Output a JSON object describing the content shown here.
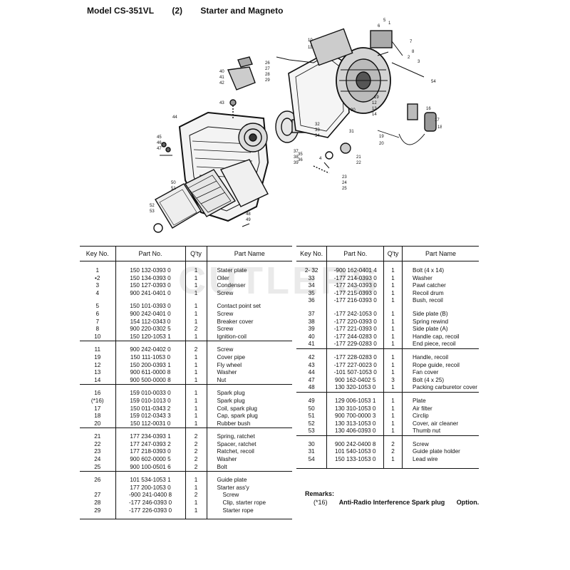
{
  "header": {
    "model": "Model  CS-351VL",
    "section": "(2)",
    "title": "Starter and Magneto"
  },
  "watermark": "CUTLERS",
  "table": {
    "columns": [
      "Key No.",
      "Part No.",
      "Q'ty",
      "Part Name"
    ]
  },
  "left_rows": [
    {
      "key": "1",
      "part": "150 132-0393 0",
      "qty": "1",
      "name": "Stater plate",
      "group": true
    },
    {
      "key": "•2",
      "part": "150 134-0393 0",
      "qty": "1",
      "name": "Oiler"
    },
    {
      "key": "3",
      "part": "150 127-0393 0",
      "qty": "1",
      "name": "Condenser"
    },
    {
      "key": "4",
      "part": "900 241-0401 0",
      "qty": "1",
      "name": "Screw"
    },
    {
      "key": "5",
      "part": "150 101-0393 0",
      "qty": "1",
      "name": "Contact point set",
      "group": true
    },
    {
      "key": "6",
      "part": "900 242-0401 0",
      "qty": "1",
      "name": "Screw"
    },
    {
      "key": "7",
      "part": "154 112-0343 0",
      "qty": "1",
      "name": "Breaker cover"
    },
    {
      "key": "8",
      "part": "900 220-0302 5",
      "qty": "2",
      "name": "Screw"
    },
    {
      "key": "10",
      "part": "150 120-1053 1",
      "qty": "1",
      "name": "Ignition-coil"
    },
    {
      "key": "11",
      "part": "900 242-0402 0",
      "qty": "2",
      "name": "Screw",
      "group": true,
      "line": true
    },
    {
      "key": "19",
      "part": "150 111-1053 0",
      "qty": "1",
      "name": "Cover pipe"
    },
    {
      "key": "12",
      "part": "150 200-0393 1",
      "qty": "1",
      "name": "Fly wheel"
    },
    {
      "key": "13",
      "part": "900 611-0000 8",
      "qty": "1",
      "name": "Washer"
    },
    {
      "key": "14",
      "part": "900 500-0000 8",
      "qty": "1",
      "name": "Nut"
    },
    {
      "key": "16",
      "part": "159 010-0033 0",
      "qty": "1",
      "name": "Spark plug",
      "group": true,
      "line": true
    },
    {
      "key": "(*16)",
      "part": "159 010-1013 0",
      "qty": "1",
      "name": "Spark plug"
    },
    {
      "key": "17",
      "part": "150 011-0343 2",
      "qty": "1",
      "name": "Coil, spark plug"
    },
    {
      "key": "18",
      "part": "159 012-0343 3",
      "qty": "1",
      "name": "Cap, spark plug"
    },
    {
      "key": "20",
      "part": "150 112-0031 0",
      "qty": "1",
      "name": "Rubber bush"
    },
    {
      "key": "21",
      "part": "177 234-0393 1",
      "qty": "2",
      "name": "Spring, ratchet",
      "group": true,
      "line": true
    },
    {
      "key": "22",
      "part": "177 247-0393 2",
      "qty": "2",
      "name": "Spacer, ratchet"
    },
    {
      "key": "23",
      "part": "177 218-0393 0",
      "qty": "2",
      "name": "Ratchet, recoil"
    },
    {
      "key": "24",
      "part": "900 602-0000 5",
      "qty": "2",
      "name": "Washer"
    },
    {
      "key": "25",
      "part": "900 100-0501 6",
      "qty": "2",
      "name": "Bolt"
    },
    {
      "key": "26",
      "part": "101 534-1053 1",
      "qty": "1",
      "name": "Guide plate",
      "group": true,
      "line": true
    },
    {
      "key": "",
      "part": "177 200-1053 0",
      "qty": "1",
      "name": "Starter ass'y"
    },
    {
      "key": "27",
      "part": "-900 241-0400 8",
      "qty": "2",
      "name": "Screw",
      "indent": true
    },
    {
      "key": "28",
      "part": "-177 246-0393 0",
      "qty": "1",
      "name": "Clip, starter rope",
      "indent": true
    },
    {
      "key": "29",
      "part": "-177 226-0393 0",
      "qty": "1",
      "name": "Starter rope",
      "indent": true
    }
  ],
  "right_rows": [
    {
      "key": "2- 32",
      "part": "-900 162-0401 4",
      "qty": "1",
      "name": "Bolt (4 x 14)",
      "group": true
    },
    {
      "key": "33",
      "part": "-177 214-0393 0",
      "qty": "1",
      "name": "Washer"
    },
    {
      "key": "34",
      "part": "-177 243-0393 0",
      "qty": "1",
      "name": "Pawl catcher"
    },
    {
      "key": "35",
      "part": "-177 215-0393 0",
      "qty": "1",
      "name": "Recoil drum"
    },
    {
      "key": "36",
      "part": "-177 216-0393 0",
      "qty": "1",
      "name": "Bush, recoil"
    },
    {
      "key": "37",
      "part": "-177 242-1053 0",
      "qty": "1",
      "name": "Side plate (B)",
      "group": true
    },
    {
      "key": "38",
      "part": "-177 220-0393 0",
      "qty": "1",
      "name": "Spring rewind"
    },
    {
      "key": "39",
      "part": "-177 221-0393 0",
      "qty": "1",
      "name": "Side plate (A)"
    },
    {
      "key": "40",
      "part": "-177 244-0283 0",
      "qty": "1",
      "name": "Handle cap, recoil"
    },
    {
      "key": "41",
      "part": "-177 229-0283 0",
      "qty": "1",
      "name": "End piece, recoil"
    },
    {
      "key": "42",
      "part": "-177 228-0283 0",
      "qty": "1",
      "name": "Handle, recoil",
      "group": true,
      "line": true
    },
    {
      "key": "43",
      "part": "-177 227-0023 0",
      "qty": "1",
      "name": "Rope guide, recoil"
    },
    {
      "key": "44",
      "part": "-101 507-1053 0",
      "qty": "1",
      "name": "Fan cover"
    },
    {
      "key": "47",
      "part": "900 162-0402 5",
      "qty": "3",
      "name": "Bolt (4 x 25)"
    },
    {
      "key": "48",
      "part": "130 320-1053 0",
      "qty": "1",
      "name": "Packing carburetor cover"
    },
    {
      "key": "49",
      "part": "129 006-1053 1",
      "qty": "1",
      "name": "Plate",
      "group": true,
      "line": true
    },
    {
      "key": "50",
      "part": "130 310-1053 0",
      "qty": "1",
      "name": "Air filter"
    },
    {
      "key": "51",
      "part": "900 700-0000 3",
      "qty": "1",
      "name": "Circlip"
    },
    {
      "key": "52",
      "part": "130 313-1053 0",
      "qty": "1",
      "name": "Cover, air cleaner"
    },
    {
      "key": "53",
      "part": "130 406-0393 0",
      "qty": "1",
      "name": "Thumb nut"
    },
    {
      "key": "30",
      "part": "900 242-0400 8",
      "qty": "2",
      "name": "Screw",
      "group": true,
      "line": true
    },
    {
      "key": "31",
      "part": "101 540-1053 0",
      "qty": "2",
      "name": "Guide plate holder"
    },
    {
      "key": "54",
      "part": "150 133-1053 0",
      "qty": "1",
      "name": "Lead wire"
    }
  ],
  "remarks": {
    "label": "Remarks:",
    "key": "(*16)",
    "text": "Anti-Radio Interference Spark plug",
    "option": "Option."
  },
  "diagram_callouts": [
    "1",
    "2",
    "3",
    "4",
    "5",
    "6",
    "7",
    "8",
    "10",
    "11",
    "12",
    "13",
    "14",
    "16",
    "17",
    "18",
    "19",
    "20",
    "21",
    "22",
    "23",
    "24",
    "25",
    "26",
    "27",
    "28",
    "29",
    "30",
    "31",
    "32",
    "33",
    "34",
    "35",
    "36",
    "37",
    "38",
    "39",
    "40",
    "41",
    "42",
    "43",
    "44",
    "45",
    "46",
    "47",
    "48",
    "49",
    "50",
    "51",
    "52",
    "53",
    "54"
  ]
}
